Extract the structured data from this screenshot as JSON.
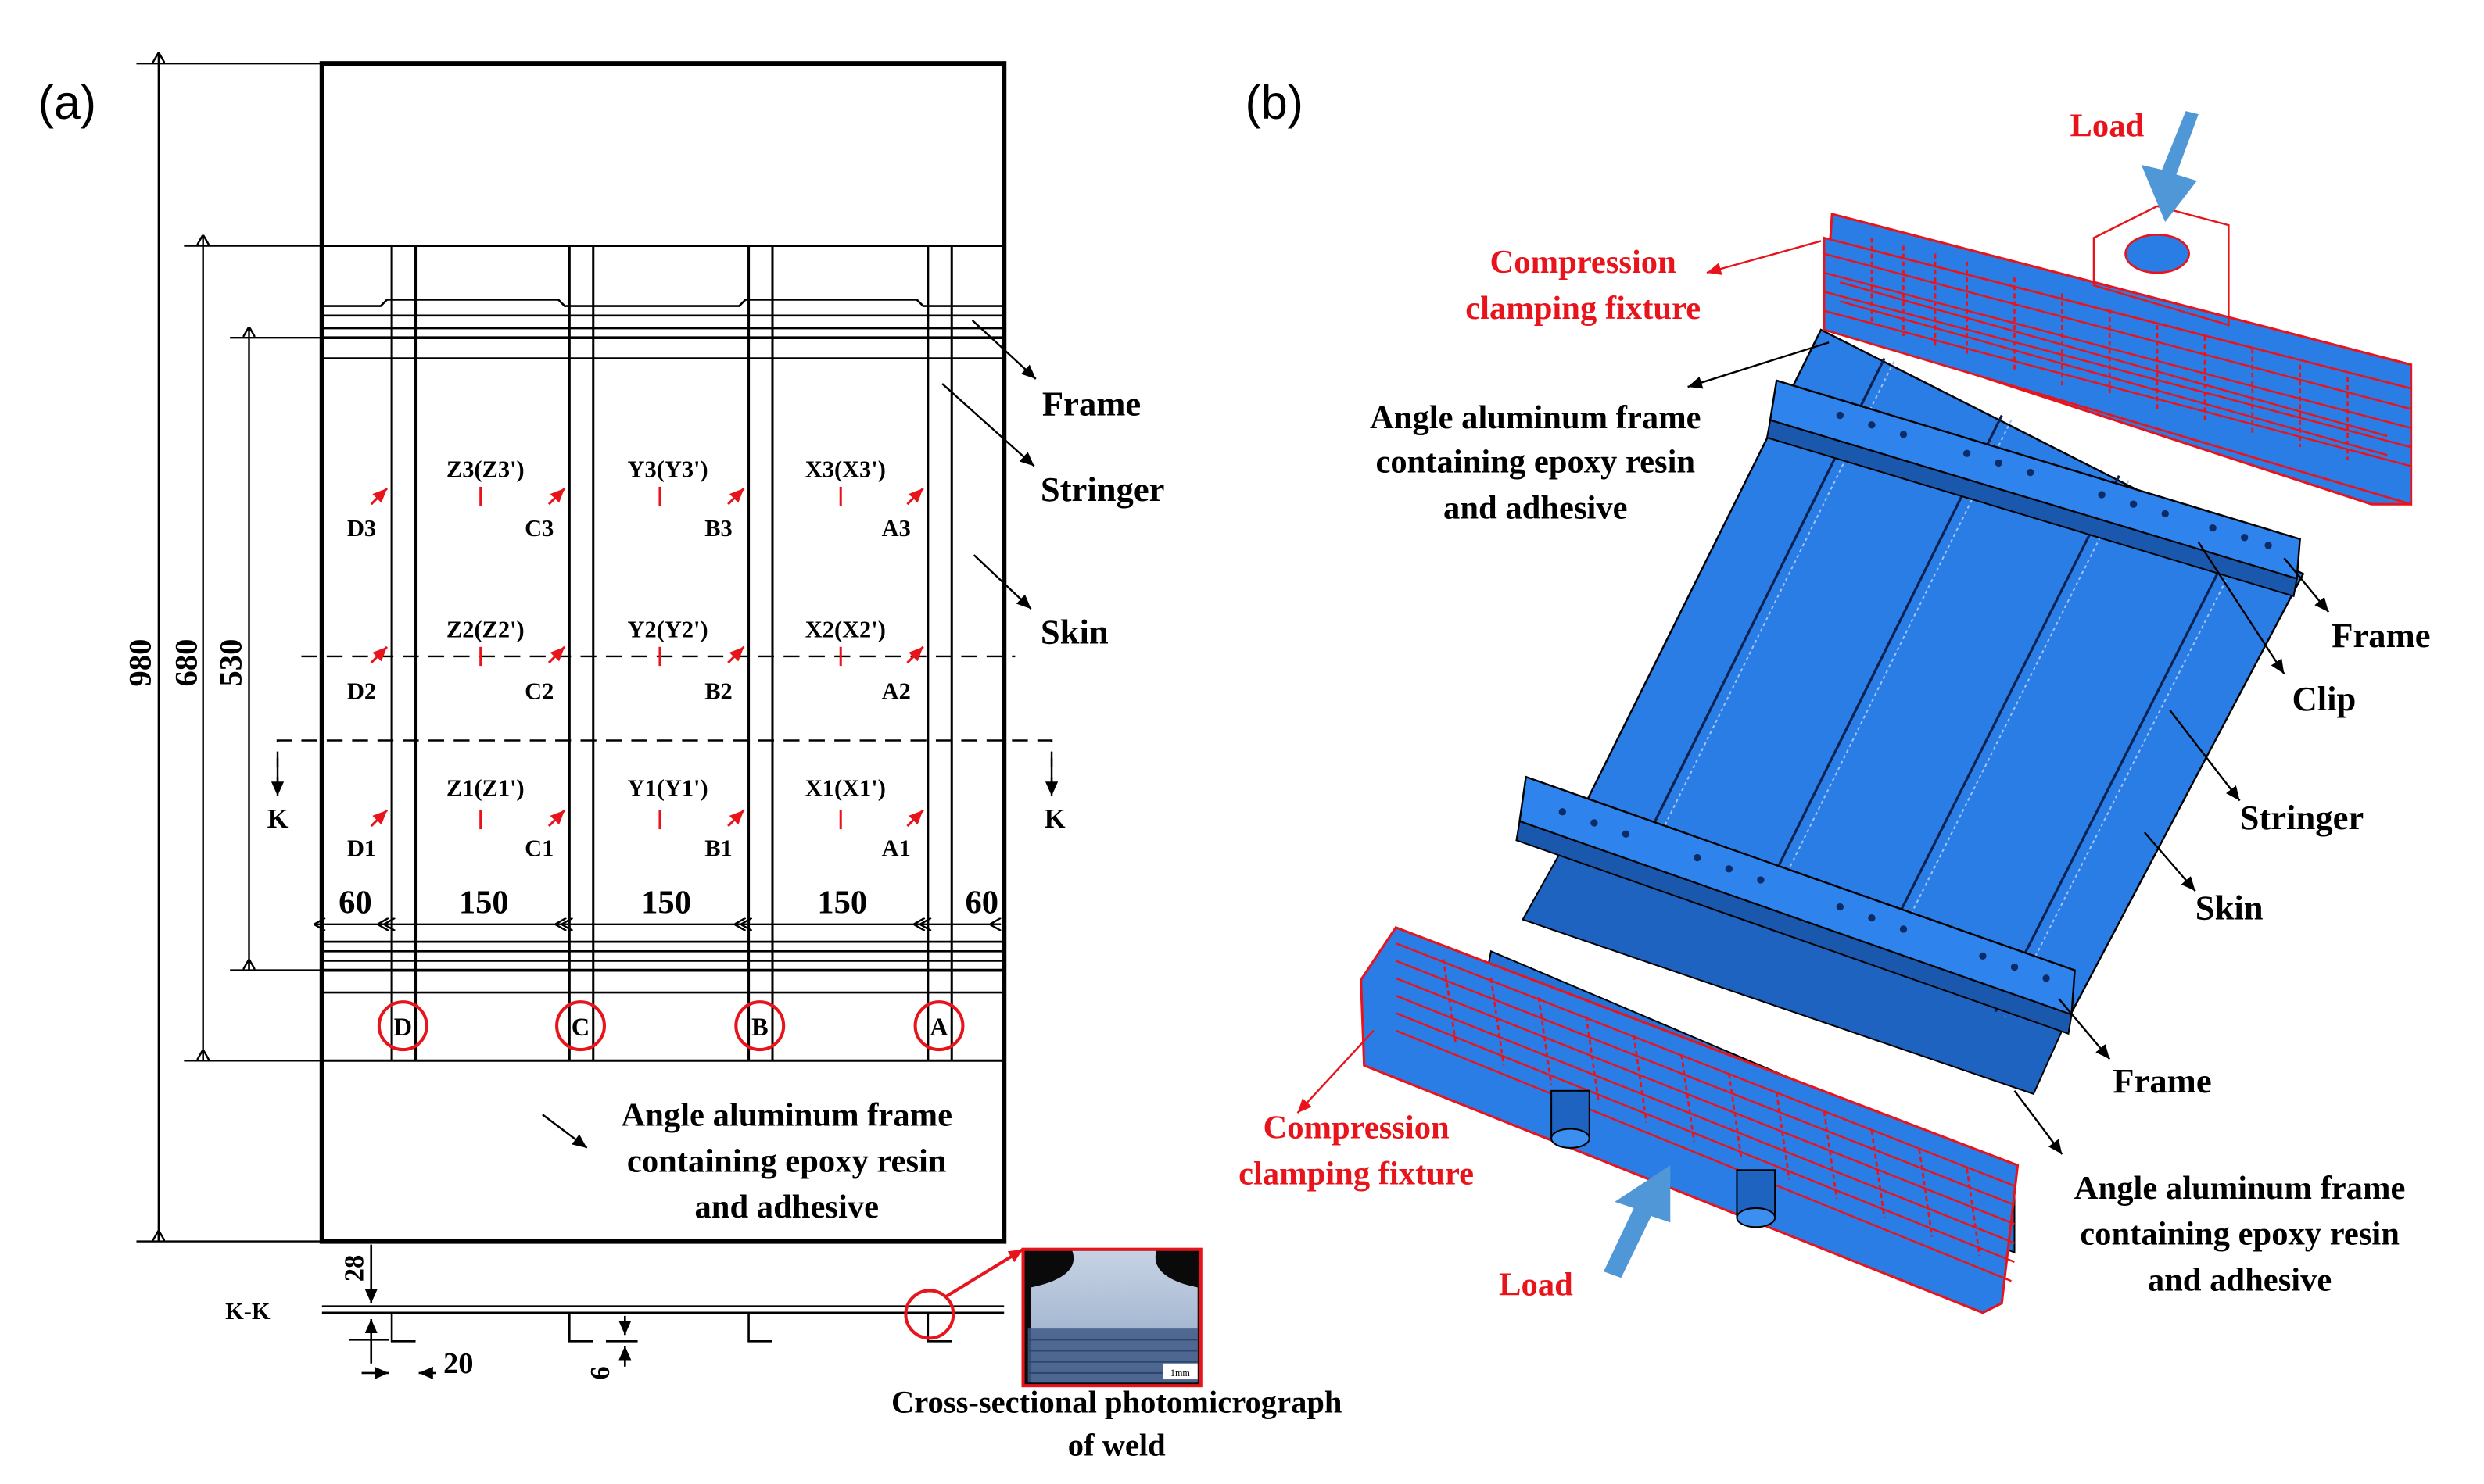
{
  "panel_a": {
    "label": "(a)",
    "dims": {
      "d980": "980",
      "d680": "680",
      "d530": "530",
      "d60_left": "60",
      "d150_1": "150",
      "d150_2": "150",
      "d150_3": "150",
      "d60_right": "60"
    },
    "callouts": {
      "frame": "Frame",
      "stringer": "Stringer",
      "skin": "Skin"
    },
    "gauges": {
      "row3": {
        "z": "Z3(Z3')",
        "y": "Y3(Y3')",
        "x": "X3(X3')",
        "d": "D3",
        "c": "C3",
        "b": "B3",
        "a": "A3"
      },
      "row2": {
        "z": "Z2(Z2')",
        "y": "Y2(Y2')",
        "x": "X2(X2')",
        "d": "D2",
        "c": "C2",
        "b": "B2",
        "a": "A2"
      },
      "row1": {
        "z": "Z1(Z1')",
        "y": "Y1(Y1')",
        "x": "X1(X1')",
        "d": "D1",
        "c": "C1",
        "b": "B1",
        "a": "A1"
      }
    },
    "section_marker": "K",
    "stringer_ids": [
      "D",
      "C",
      "B",
      "A"
    ],
    "bottom_note": [
      "Angle aluminum frame",
      "containing epoxy resin",
      "and adhesive"
    ],
    "section": {
      "label": "K-K",
      "d28": "28",
      "d20": "20",
      "d6": "6"
    },
    "photo_caption": [
      "Cross-sectional photomicrograph",
      "of weld"
    ],
    "scale_bar": "1mm"
  },
  "panel_b": {
    "label": "(b)",
    "load_top": "Load",
    "load_bottom": "Load",
    "fixture_top": [
      "Compression",
      "clamping fixture"
    ],
    "fixture_bottom": [
      "Compression",
      "clamping fixture"
    ],
    "angle_top": [
      "Angle aluminum frame",
      "containing epoxy resin",
      "and adhesive"
    ],
    "angle_bottom": [
      "Angle aluminum frame",
      "containing epoxy resin",
      "and adhesive"
    ],
    "callouts": {
      "frame_top": "Frame",
      "clip": "Clip",
      "stringer": "Stringer",
      "skin": "Skin",
      "frame_bottom": "Frame"
    }
  },
  "colors": {
    "red": "#e8141c",
    "blue": "#2b7de6",
    "load_arrow": "#4f97d6"
  }
}
